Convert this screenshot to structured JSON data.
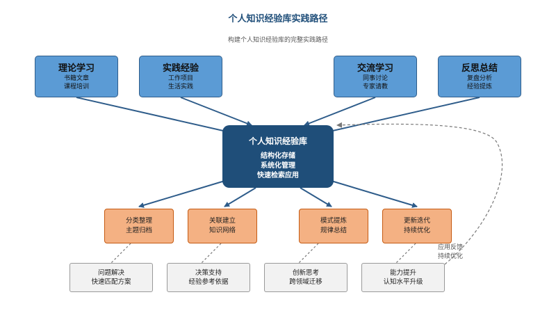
{
  "title": "个人知识经验库实践路径",
  "subtitle": "构建个人知识经验库的完整实践路径",
  "sources": [
    {
      "title": "理论学习",
      "line1": "书籍文章",
      "line2": "课程培训"
    },
    {
      "title": "实践经验",
      "line1": "工作项目",
      "line2": "生活实践"
    },
    {
      "title": "交流学习",
      "line1": "同事讨论",
      "line2": "专家请教"
    },
    {
      "title": "反思总结",
      "line1": "复盘分析",
      "line2": "经验提炼"
    }
  ],
  "center": {
    "title": "个人知识经验库",
    "line1": "结构化存储",
    "line2": "系统化管理",
    "line3": "快速检索应用"
  },
  "processes": [
    {
      "line1": "分类整理",
      "line2": "主题归档"
    },
    {
      "line1": "关联建立",
      "line2": "知识网络"
    },
    {
      "line1": "模式提炼",
      "line2": "规律总结"
    },
    {
      "line1": "更新迭代",
      "line2": "持续优化"
    }
  ],
  "outcomes": [
    {
      "line1": "问题解决",
      "line2": "快速匹配方案"
    },
    {
      "line1": "决策支持",
      "line2": "经验参考依据"
    },
    {
      "line1": "创新思考",
      "line2": "跨领域迁移"
    },
    {
      "line1": "能力提升",
      "line2": "认知水平升级"
    }
  ],
  "feedback": {
    "line1": "应用反馈",
    "line2": "持续优化"
  },
  "colors": {
    "source_fill": "#5b9bd5",
    "center_fill": "#1f4e79",
    "process_fill": "#f4b183",
    "outcome_fill": "#f2f2f2",
    "arrow": "#2e5c8a"
  }
}
